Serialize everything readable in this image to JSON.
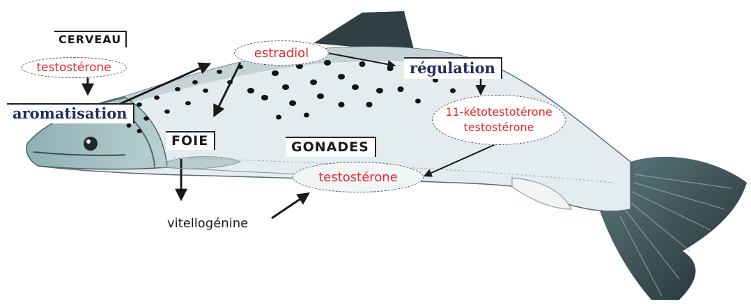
{
  "diagram": {
    "cerveau_label": "CERVEAU",
    "cerveau_hormone": "testostérone",
    "aromatisation_label": "aromatisation",
    "estradiol_label": "estradiol",
    "regulation_label": "régulation",
    "keto_line1": "11-kétotestotérone",
    "keto_line2": "testostérone",
    "foie_label": "FOIE",
    "gonades_label": "GONADES",
    "gonades_hormone": "testostérone",
    "vitellogenine_label": "vitellogénine"
  },
  "colors": {
    "hormone_red": "#e8262c",
    "label_navy": "#1f2d5c",
    "fish_body": "#e4ecef",
    "fish_dark": "#3d4f54",
    "fish_fin": "#2a3a3e"
  }
}
